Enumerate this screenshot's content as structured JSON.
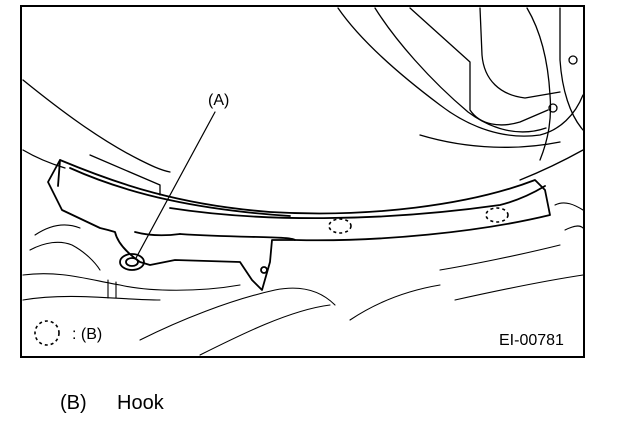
{
  "figure": {
    "callout_a": "(A)",
    "legend_text": ": (B)",
    "legend_icon": "dashed-circle-icon",
    "figure_id": "EI-00781"
  },
  "caption": {
    "key": "(B)",
    "description": "Hook"
  }
}
